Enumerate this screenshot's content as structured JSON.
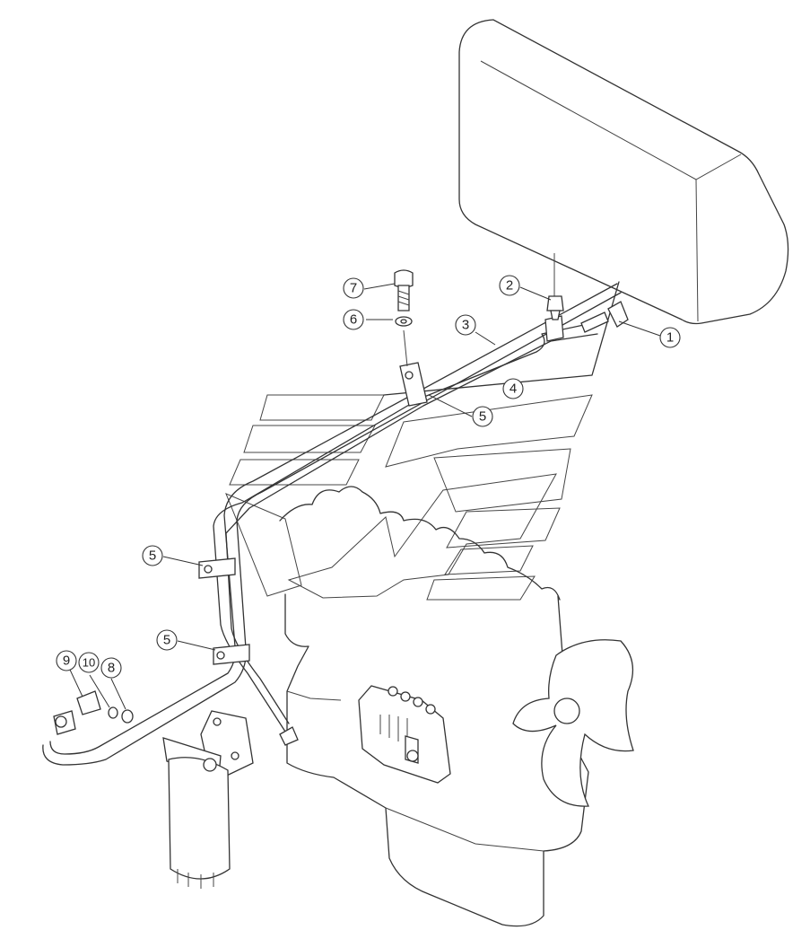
{
  "callouts": [
    {
      "id": "c1",
      "label": "1"
    },
    {
      "id": "c2",
      "label": "2"
    },
    {
      "id": "c3",
      "label": "3"
    },
    {
      "id": "c4",
      "label": "4"
    },
    {
      "id": "c5a",
      "label": "5"
    },
    {
      "id": "c5b",
      "label": "5"
    },
    {
      "id": "c5c",
      "label": "5"
    },
    {
      "id": "c6",
      "label": "6"
    },
    {
      "id": "c7",
      "label": "7"
    },
    {
      "id": "c8",
      "label": "8"
    },
    {
      "id": "c9",
      "label": "9"
    },
    {
      "id": "c10",
      "label": "10"
    }
  ]
}
